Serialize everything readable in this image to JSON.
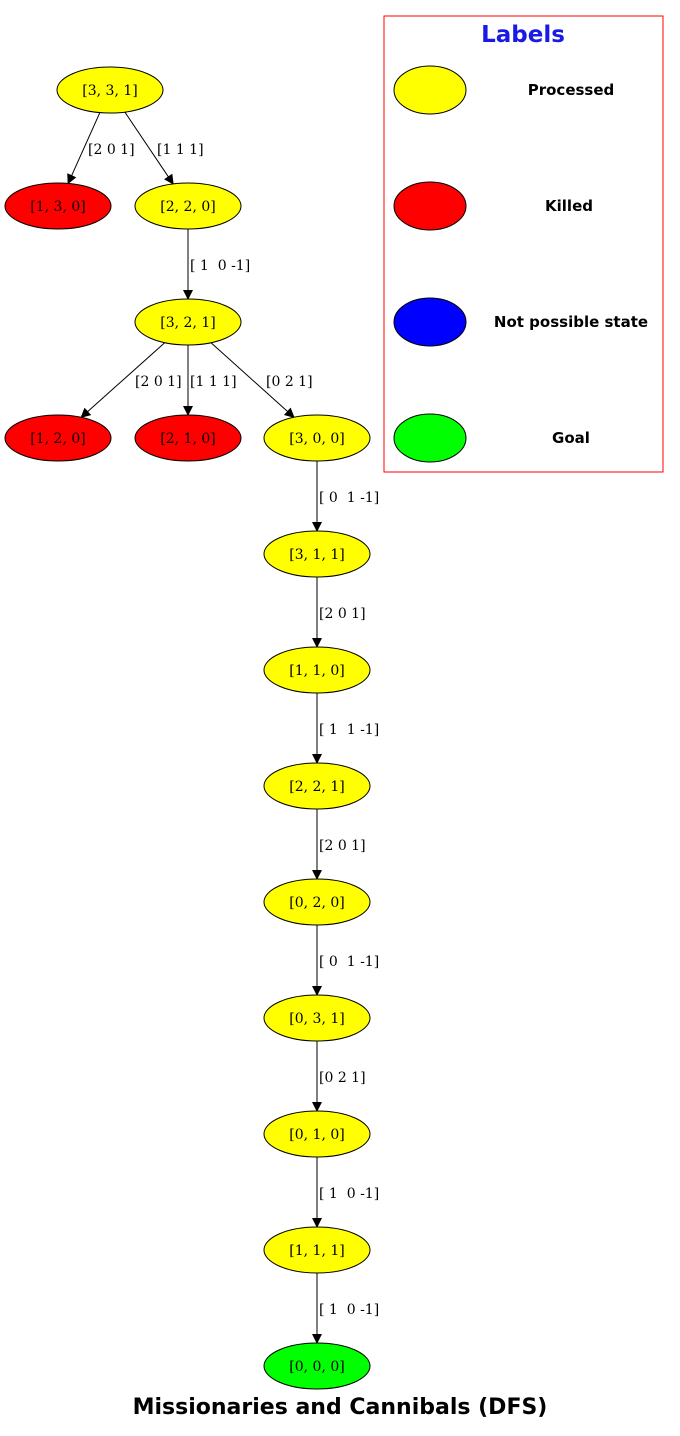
{
  "title": "Missionaries and Cannibals (DFS)",
  "colors": {
    "processed": "#ffff00",
    "killed": "#ff0000",
    "not_possible": "#0000ff",
    "goal": "#00ff00",
    "legend_border": "#ff0000",
    "legend_title": "#1a1ae6"
  },
  "legend": {
    "title": "Labels",
    "items": [
      {
        "key": "processed",
        "label": "Processed"
      },
      {
        "key": "killed",
        "label": "Killed"
      },
      {
        "key": "not_possible",
        "label": "Not possible state"
      },
      {
        "key": "goal",
        "label": "Goal"
      }
    ]
  },
  "nodes": [
    {
      "id": "n1",
      "label": "[3, 3, 1]",
      "status": "processed"
    },
    {
      "id": "n2",
      "label": "[1, 3, 0]",
      "status": "killed"
    },
    {
      "id": "n3",
      "label": "[2, 2, 0]",
      "status": "processed"
    },
    {
      "id": "n4",
      "label": "[3, 2, 1]",
      "status": "processed"
    },
    {
      "id": "n5",
      "label": "[1, 2, 0]",
      "status": "killed"
    },
    {
      "id": "n6",
      "label": "[2, 1, 0]",
      "status": "killed"
    },
    {
      "id": "n7",
      "label": "[3, 0, 0]",
      "status": "processed"
    },
    {
      "id": "n8",
      "label": "[3, 1, 1]",
      "status": "processed"
    },
    {
      "id": "n9",
      "label": "[1, 1, 0]",
      "status": "processed"
    },
    {
      "id": "n10",
      "label": "[2, 2, 1]",
      "status": "processed"
    },
    {
      "id": "n11",
      "label": "[0, 2, 0]",
      "status": "processed"
    },
    {
      "id": "n12",
      "label": "[0, 3, 1]",
      "status": "processed"
    },
    {
      "id": "n13",
      "label": "[0, 1, 0]",
      "status": "processed"
    },
    {
      "id": "n14",
      "label": "[1, 1, 1]",
      "status": "processed"
    },
    {
      "id": "n15",
      "label": "[0, 0, 0]",
      "status": "goal"
    }
  ],
  "edges": [
    {
      "from": "n1",
      "to": "n2",
      "label": "[2 0 1]"
    },
    {
      "from": "n1",
      "to": "n3",
      "label": "[1 1 1]"
    },
    {
      "from": "n3",
      "to": "n4",
      "label": "[ 1  0 -1]"
    },
    {
      "from": "n4",
      "to": "n5",
      "label": "[2 0 1]"
    },
    {
      "from": "n4",
      "to": "n6",
      "label": "[1 1 1]"
    },
    {
      "from": "n4",
      "to": "n7",
      "label": "[0 2 1]"
    },
    {
      "from": "n7",
      "to": "n8",
      "label": "[ 0  1 -1]"
    },
    {
      "from": "n8",
      "to": "n9",
      "label": "[2 0 1]"
    },
    {
      "from": "n9",
      "to": "n10",
      "label": "[ 1  1 -1]"
    },
    {
      "from": "n10",
      "to": "n11",
      "label": "[2 0 1]"
    },
    {
      "from": "n11",
      "to": "n12",
      "label": "[ 0  1 -1]"
    },
    {
      "from": "n12",
      "to": "n13",
      "label": "[0 2 1]"
    },
    {
      "from": "n13",
      "to": "n14",
      "label": "[ 1  0 -1]"
    },
    {
      "from": "n14",
      "to": "n15",
      "label": "[ 1  0 -1]"
    }
  ]
}
